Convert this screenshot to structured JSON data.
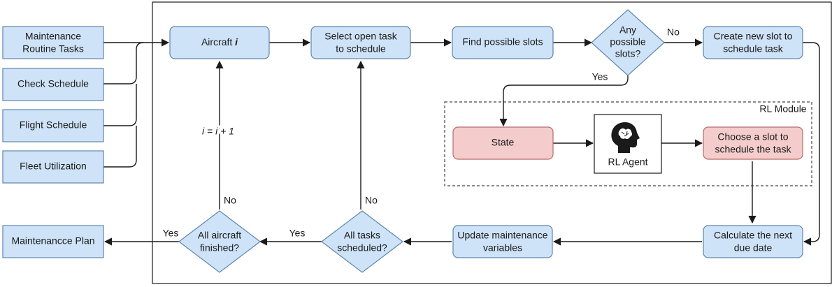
{
  "colors": {
    "process_fill": "#cfe3f8",
    "process_stroke": "#5e86ad",
    "rl_fill": "#f4cccc",
    "rl_stroke": "#b86b6b",
    "agent_fill": "#ffffff",
    "line": "#1a1a1a",
    "module_border": "#444444"
  },
  "inputs": {
    "maintenance_tasks": [
      "Maintenance",
      "Routine Tasks"
    ],
    "check_schedule": "Check Schedule",
    "flight_schedule": "Flight Schedule",
    "fleet_utilization": "Fleet Utilization"
  },
  "output": {
    "plan": "Maintenancce Plan"
  },
  "nodes": {
    "aircraft": {
      "prefix": "Aircraft ",
      "var": "i"
    },
    "select_task": [
      "Select open task",
      "to schedule"
    ],
    "find_slots": "Find possible slots",
    "any_slots": [
      "Any",
      "possible",
      "slots?"
    ],
    "create_slot": [
      "Create new slot to",
      "schedule task"
    ],
    "state": "State",
    "rl_agent": {
      "label": "RL Agent",
      "icon": "head-brain-icon"
    },
    "choose_slot": [
      "Choose a slot to",
      "schedule the task"
    ],
    "calc_due": [
      "Calculate the next",
      "due date"
    ],
    "update_vars": [
      "Update maintenance",
      "variables"
    ],
    "all_tasks": [
      "All tasks",
      "scheduled?"
    ],
    "all_aircraft": [
      "All aircraft",
      "finished?"
    ]
  },
  "rl_module": {
    "label": "RL Module"
  },
  "edges": {
    "no_any_slots": "No",
    "yes_any_slots": "Yes",
    "no_all_tasks": "No",
    "yes_all_tasks": "Yes",
    "no_all_aircraft": "No",
    "yes_all_aircraft": "Yes",
    "increment": "i = i + 1"
  }
}
